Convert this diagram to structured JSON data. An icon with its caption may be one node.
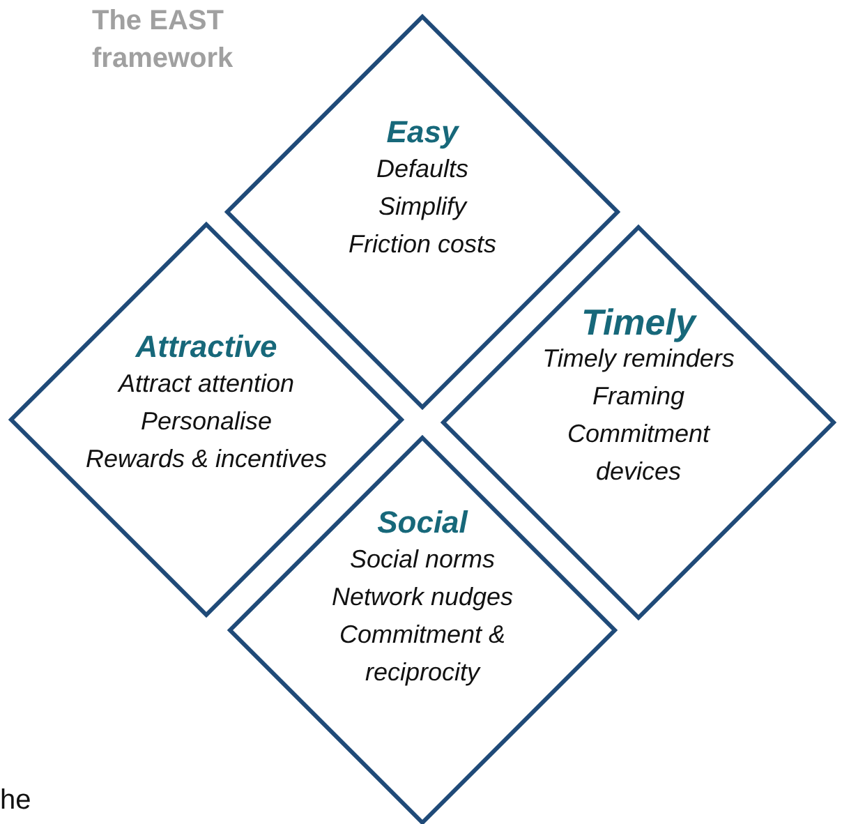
{
  "diagram": {
    "title": "The EAST framework",
    "nodes": [
      {
        "text": [
          "Easy",
          "Defaults",
          "Simplify",
          "Friction costs"
        ]
      },
      {
        "text": [
          "Attractive",
          "Attract attention",
          "Personalise",
          "Rewards & incentives"
        ]
      },
      {
        "text": [
          "Timely",
          "Timely reminders",
          "Framing",
          "Commitment devices"
        ]
      },
      {
        "text": [
          "Social",
          "Social norms",
          "Network nudges",
          "Commitment & reciprocity"
        ]
      }
    ],
    "labels": [
      "he"
    ]
  }
}
